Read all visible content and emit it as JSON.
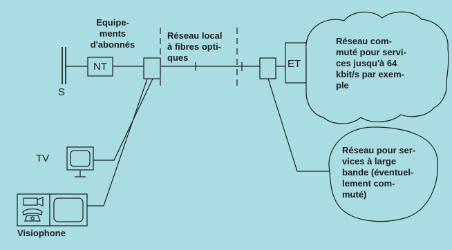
{
  "labels": {
    "subscriber_equipment": "Equipe-\nments\nd'abonnés",
    "local_network": "Réseau local\nà fibres opti-\nques",
    "switched_network": "Réseau com-\nmuté pour servi-\nces jusqu'à 64\nkbit/s par exem-\nple",
    "broadband_network": "Réseau pour ser-\nvices à large\nbande (éventuel-\nlement com-\nmuté)",
    "nt": "NT",
    "et": "ET",
    "s": "S",
    "tv": "TV",
    "videophone": "Visiophone"
  },
  "colors": {
    "background": "#a9dce3",
    "line": "#1d1d1d",
    "box_fill": "#a9dce3"
  },
  "icons": [
    "tv-icon",
    "videophone-icon",
    "camera-icon",
    "telephone-icon"
  ]
}
